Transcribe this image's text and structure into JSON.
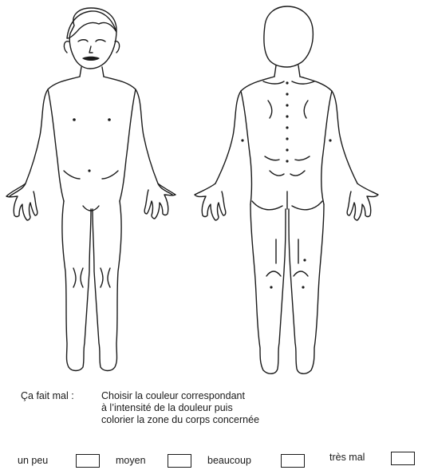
{
  "instruction": {
    "label": "Ça fait mal :",
    "lines": [
      "Choisir la couleur correspondant",
      "à l’intensité de la douleur puis",
      "colorier la zone du corps concernée"
    ]
  },
  "scale": [
    {
      "label": "un peu"
    },
    {
      "label": "moyen"
    },
    {
      "label": "beaucoup"
    },
    {
      "label": "très mal"
    }
  ],
  "colors": {
    "ink": "#1a1a1a",
    "paper": "#ffffff"
  }
}
